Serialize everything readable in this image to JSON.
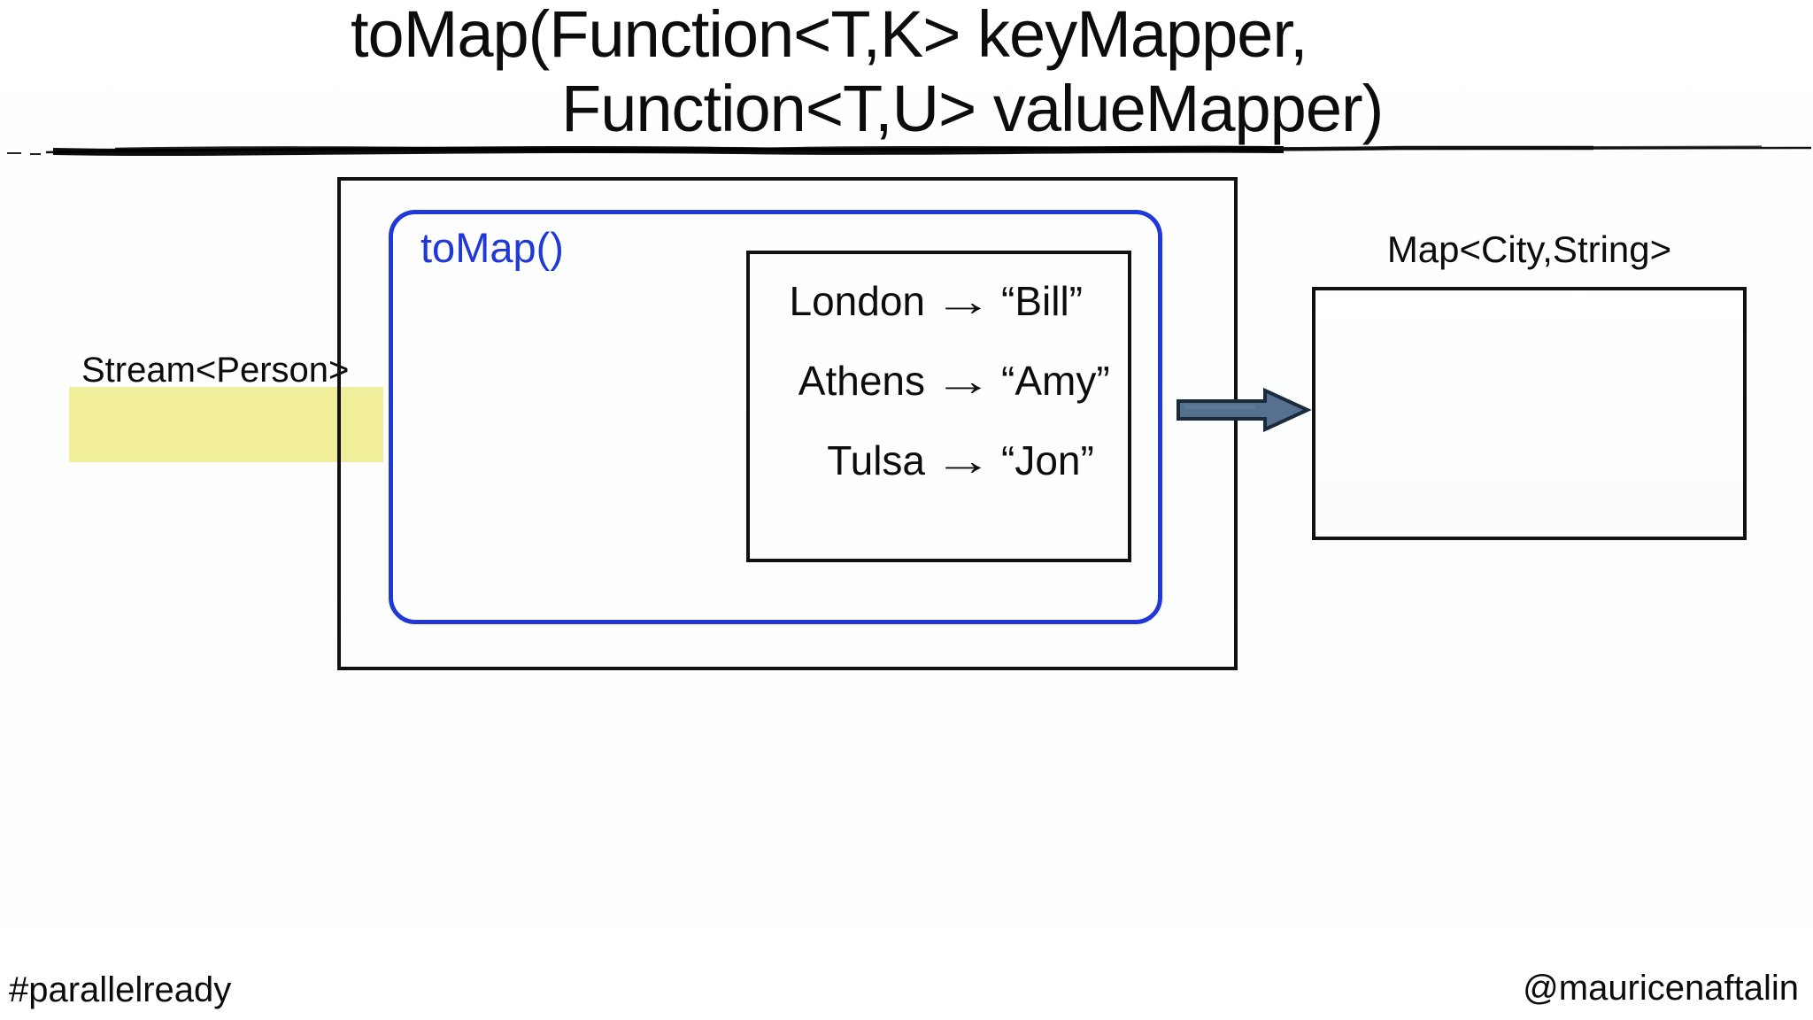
{
  "slide": {
    "title_line1": "toMap(Function<T,K> keyMapper,",
    "title_line2": "Function<T,U> valueMapper)",
    "collector_label": "toMap()",
    "stream_label": "Stream<Person>",
    "map_label": "Map<City,String>",
    "hashtag": "#parallelready",
    "handle": "@mauricenaftalin"
  },
  "mappings": [
    {
      "key": "London",
      "arrow": "→",
      "value": "“Bill”"
    },
    {
      "key": "Athens",
      "arrow": "→",
      "value": "“Amy”"
    },
    {
      "key": "Tulsa",
      "arrow": "→",
      "value": "“Jon”"
    }
  ],
  "colors": {
    "accent_blue": "#2038d8",
    "highlight_yellow": "#f1ee9b",
    "arrow_fill": "#56718f",
    "arrow_stroke": "#1c2b3b",
    "ink": "#111111"
  }
}
